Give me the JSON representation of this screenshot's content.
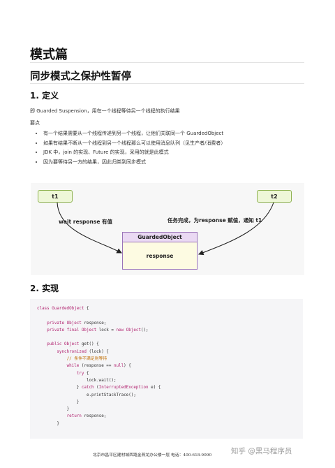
{
  "doc": {
    "h1": "模式篇",
    "h2": "同步模式之保护性暂停",
    "sec1": "1. 定义",
    "def": "即 Guarded Suspension，用在一个线程等待另一个线程的执行结果",
    "points_label": "要点",
    "bullets": [
      "有一个结果需要从一个线程传递到另一个线程，让他们关联同一个 GuardedObject",
      "如果有结果不断从一个线程到另一个线程那么可以使用消息队列（见生产者/消费者）",
      "JDK 中，join 的实现、Future 的实现，采用的就是此模式",
      "因为要等待另一方的结果，因此归类到同步模式"
    ],
    "sec2": "2. 实现"
  },
  "diagram": {
    "t1": "t1",
    "t2": "t2",
    "wait_label": "wait response 有值",
    "done_label": "任务完成，为response 赋值，通知 t1",
    "go_title": "GuardedObject",
    "go_body": "response"
  },
  "code": {
    "lines": [
      "class GuardedObject {",
      "",
      "    private Object response;",
      "    private final Object lock = new Object();",
      "",
      "    public Object get() {",
      "        synchronized (lock) {",
      "            // 条件不满足则等待",
      "            while (response == null) {",
      "                try {",
      "                    lock.wait();",
      "                } catch (InterruptedException e) {",
      "                    e.printStackTrace();",
      "                }",
      "            }",
      "            return response;",
      "        }"
    ]
  },
  "footer": {
    "address": "北京市昌平区建材城西路金燕龙办公楼一层     电话：400-618-9090",
    "watermark": "知乎 @黑马程序员"
  }
}
